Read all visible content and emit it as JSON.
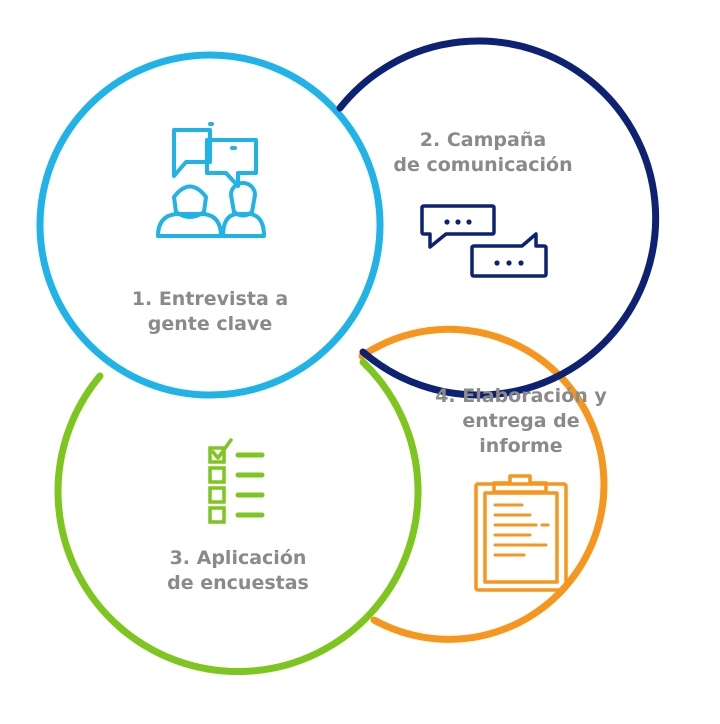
{
  "colors": {
    "blue": "#1fb3e8",
    "navy": "#0d2272",
    "green": "#7cc61e",
    "orange": "#f7961c",
    "text": "#8a8a8a"
  },
  "steps": [
    {
      "line1": "1. Entrevista a",
      "line2": "gente clave",
      "icon": "interview-chat-people-icon",
      "color": "blue"
    },
    {
      "line1": "2. Campaña",
      "line2": "de comunicación",
      "icon": "chat-bubbles-icon",
      "color": "navy"
    },
    {
      "line1": "3. Aplicación",
      "line2": "de encuestas",
      "icon": "checklist-icon",
      "color": "green"
    },
    {
      "line1": "4. Elaboración y",
      "line2": "entrega de informe",
      "icon": "clipboard-report-icon",
      "color": "orange"
    }
  ]
}
